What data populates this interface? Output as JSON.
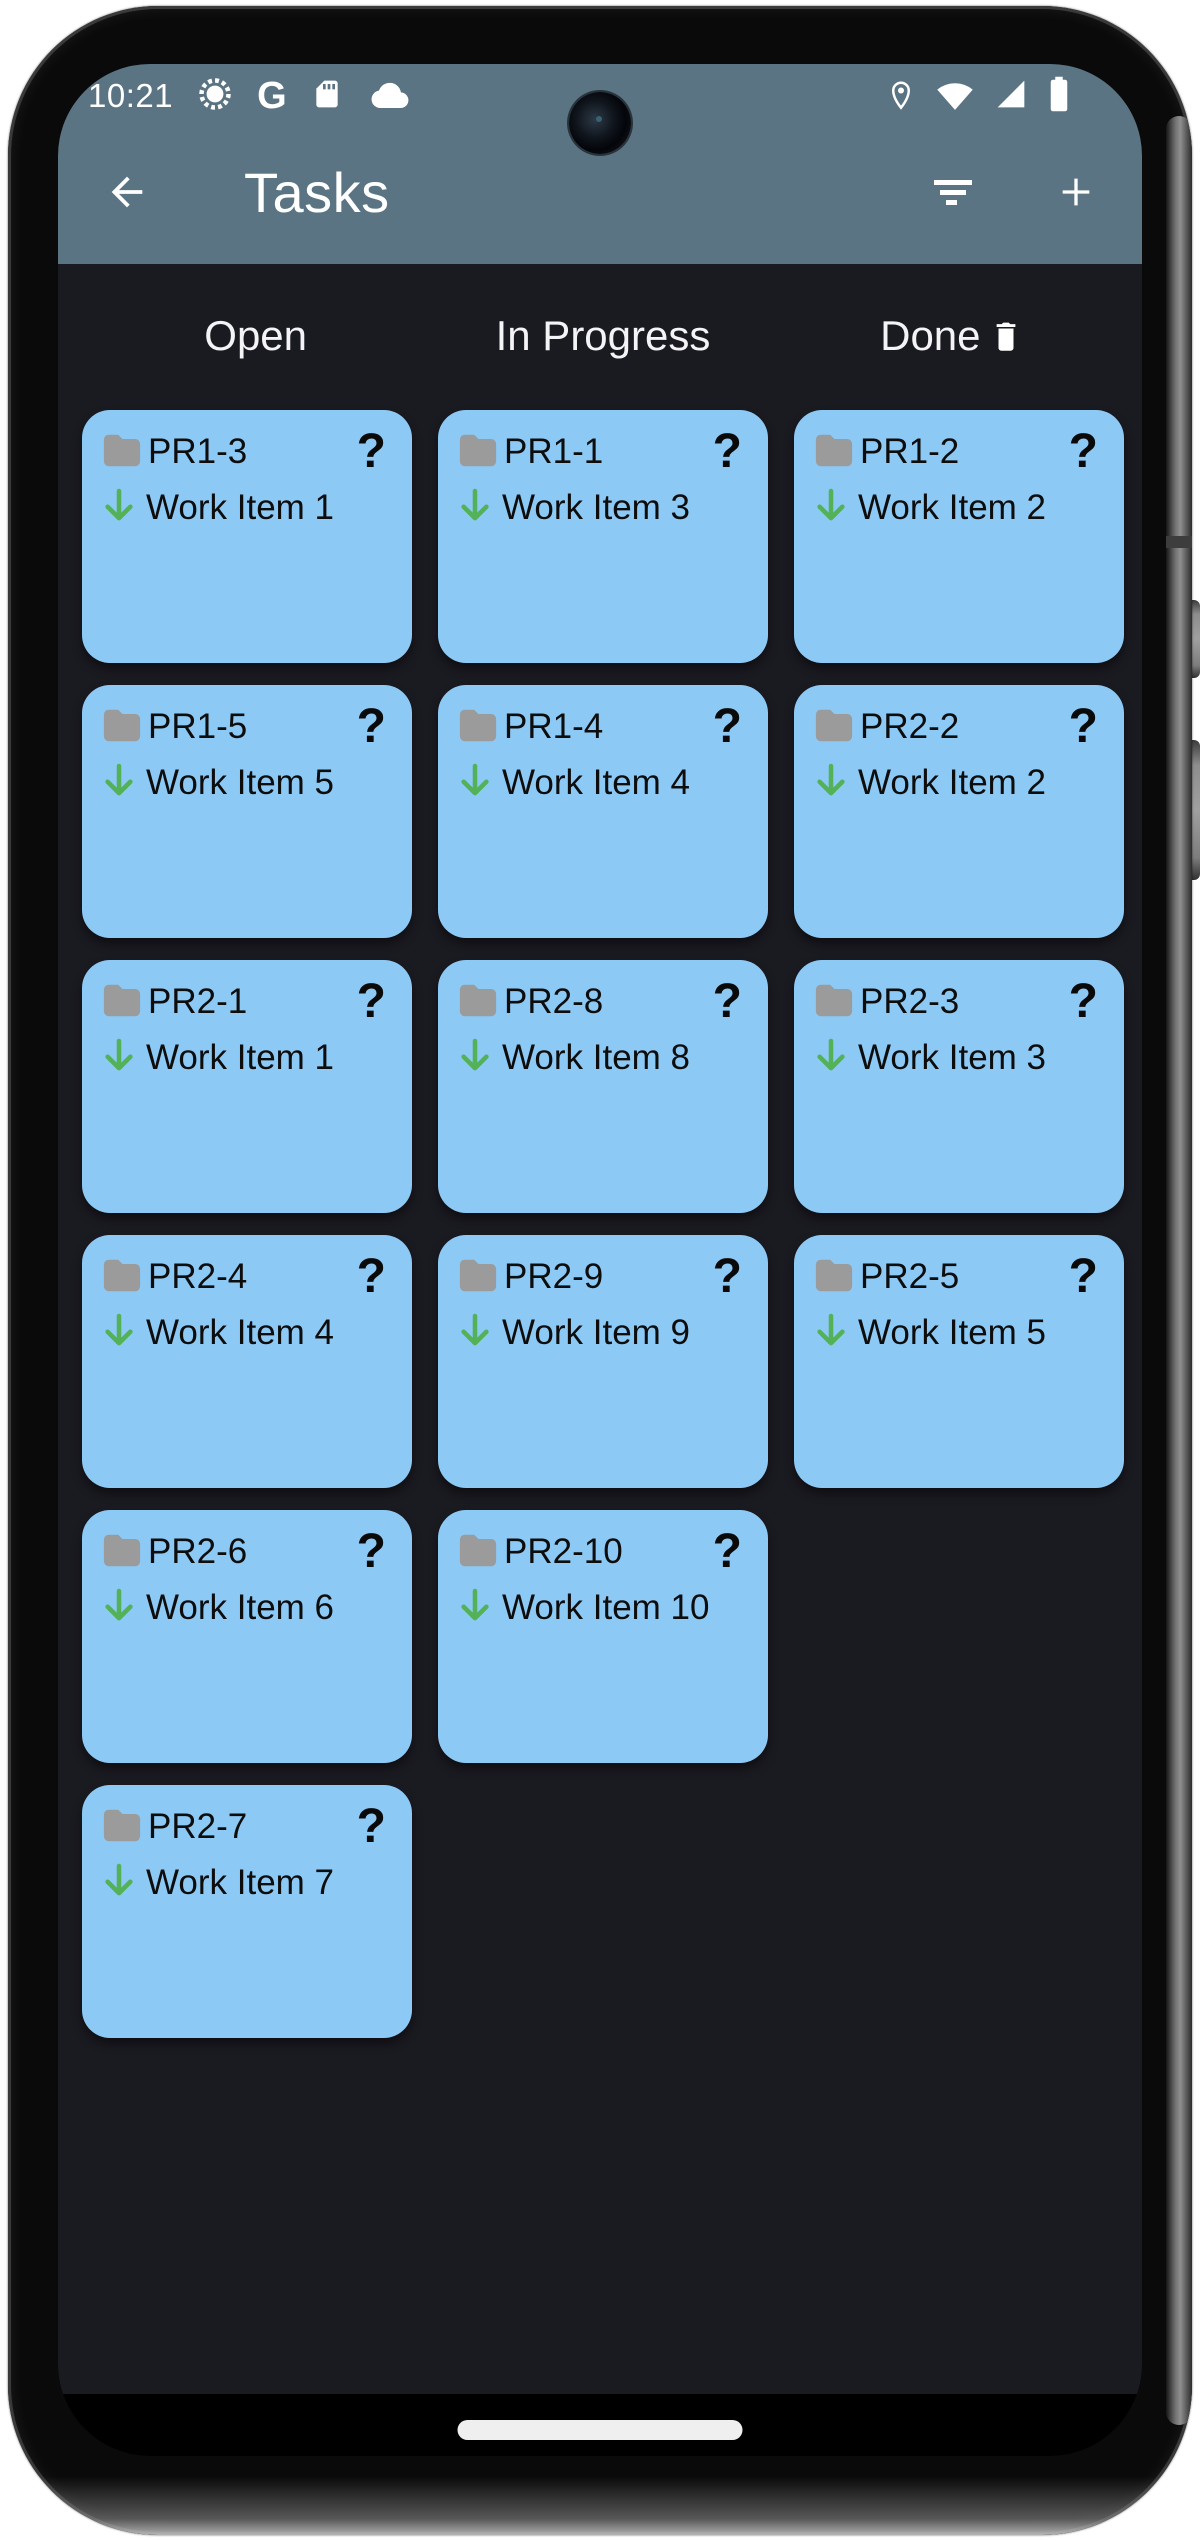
{
  "status_bar": {
    "time": "10:21",
    "google_letter": "G",
    "left_icons": [
      "gear-icon",
      "google-icon",
      "sd-card-icon",
      "cloud-icon"
    ],
    "right_icons": [
      "location-icon",
      "wifi-icon",
      "cellular-signal-icon",
      "battery-icon"
    ]
  },
  "app_bar": {
    "title": "Tasks",
    "icons": [
      "back-arrow-icon",
      "filter-icon",
      "add-icon"
    ]
  },
  "glyphs": {
    "question_mark": "?"
  },
  "board": {
    "columns": [
      {
        "label": "Open",
        "cards": [
          {
            "id": "PR1-3",
            "title": "Work Item 1"
          },
          {
            "id": "PR1-5",
            "title": "Work Item 5"
          },
          {
            "id": "PR2-1",
            "title": "Work Item 1"
          },
          {
            "id": "PR2-4",
            "title": "Work Item 4"
          },
          {
            "id": "PR2-6",
            "title": "Work Item 6"
          },
          {
            "id": "PR2-7",
            "title": "Work Item 7"
          }
        ]
      },
      {
        "label": "In Progress",
        "cards": [
          {
            "id": "PR1-1",
            "title": "Work Item 3"
          },
          {
            "id": "PR1-4",
            "title": "Work Item 4"
          },
          {
            "id": "PR2-8",
            "title": "Work Item 8"
          },
          {
            "id": "PR2-9",
            "title": "Work Item 9"
          },
          {
            "id": "PR2-10",
            "title": "Work Item 10"
          }
        ]
      },
      {
        "label": "Done",
        "has_delete_icon": true,
        "cards": [
          {
            "id": "PR1-2",
            "title": "Work Item 2"
          },
          {
            "id": "PR2-2",
            "title": "Work Item 2"
          },
          {
            "id": "PR2-3",
            "title": "Work Item 3"
          },
          {
            "id": "PR2-5",
            "title": "Work Item 5"
          }
        ]
      }
    ]
  },
  "colors": {
    "appbar": "#5A7483",
    "screen_bg": "#1A1A21",
    "card": "#8DC9F5",
    "arrow_green": "#53B257",
    "folder_gray": "#9B9B9B",
    "nav_pill": "#EFEFEF"
  }
}
